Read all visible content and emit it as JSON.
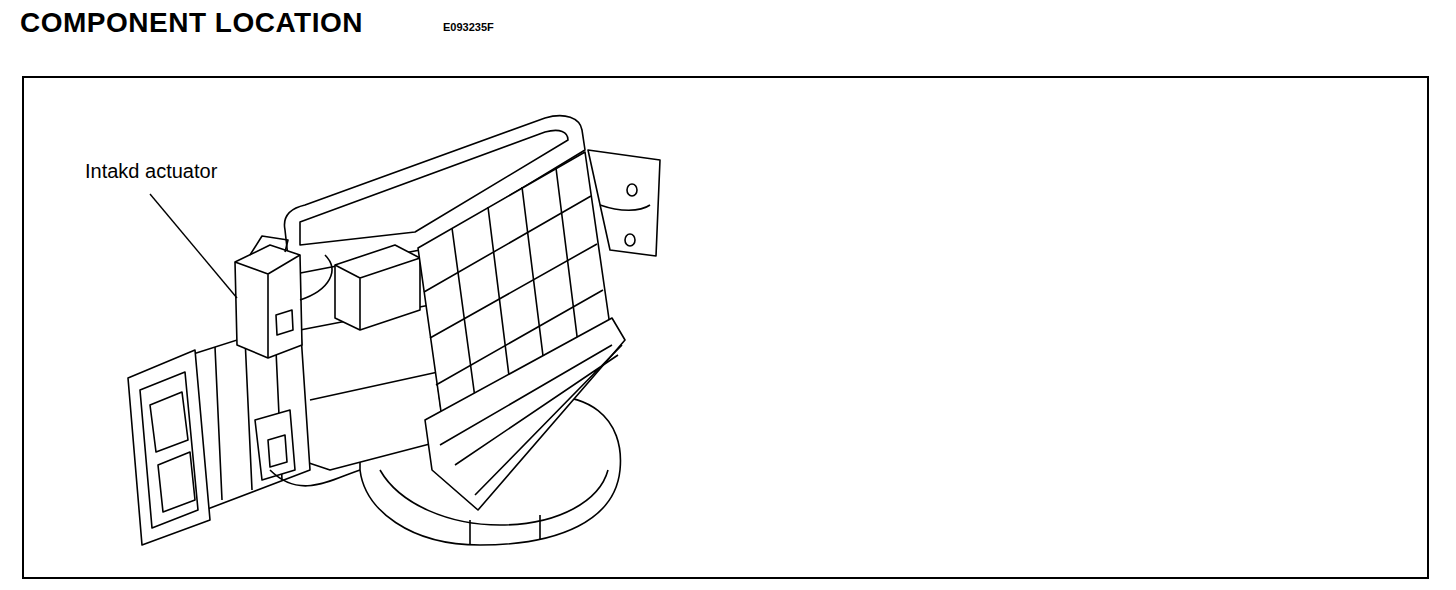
{
  "diagram": {
    "title": "COMPONENT LOCATION",
    "labels": [
      "E093235F",
      "Intakd actuator"
    ]
  }
}
